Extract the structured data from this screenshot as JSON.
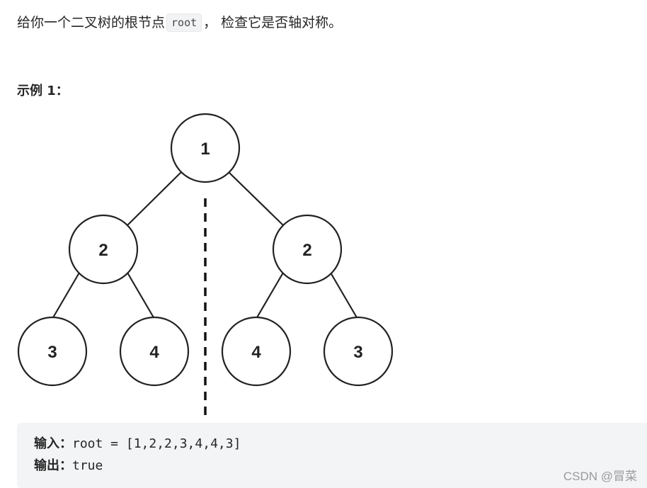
{
  "intro": {
    "before": "给你一个二叉树的根节点",
    "code": "root",
    "after": "，  检查它是否轴对称。"
  },
  "example": {
    "heading": "示例 1："
  },
  "tree": {
    "nodes": [
      "1",
      "2",
      "2",
      "3",
      "4",
      "4",
      "3"
    ]
  },
  "code_block": {
    "input_label": "输入：",
    "input_value": "root = [1,2,2,3,4,4,3]",
    "output_label": "输出：",
    "output_value": "true"
  },
  "watermark": "CSDN @冒菜"
}
